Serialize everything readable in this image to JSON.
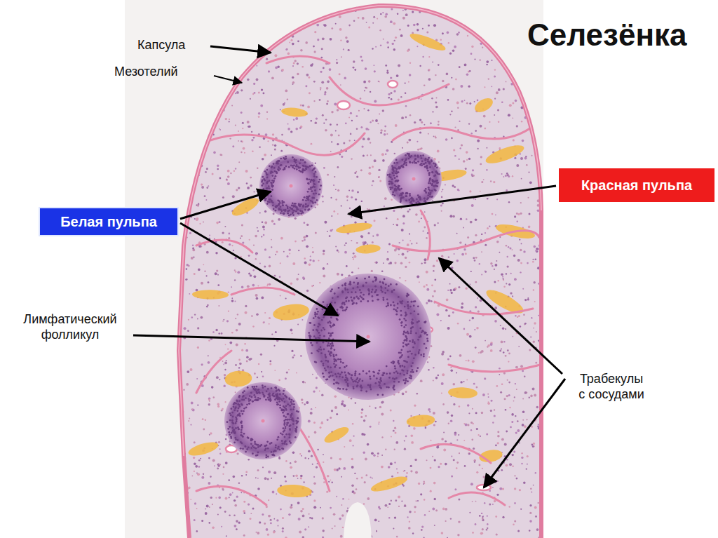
{
  "diagram": {
    "title": "Селезёнка",
    "nodes": [
      {
        "text": [
          "Красная пульпа"
        ]
      },
      {
        "text": [
          "Белая пульпа"
        ]
      }
    ],
    "labels": [
      "Капсула",
      "Мезотелий",
      "Лимфатический фолликул",
      "Трабекулы с сосудами"
    ]
  }
}
